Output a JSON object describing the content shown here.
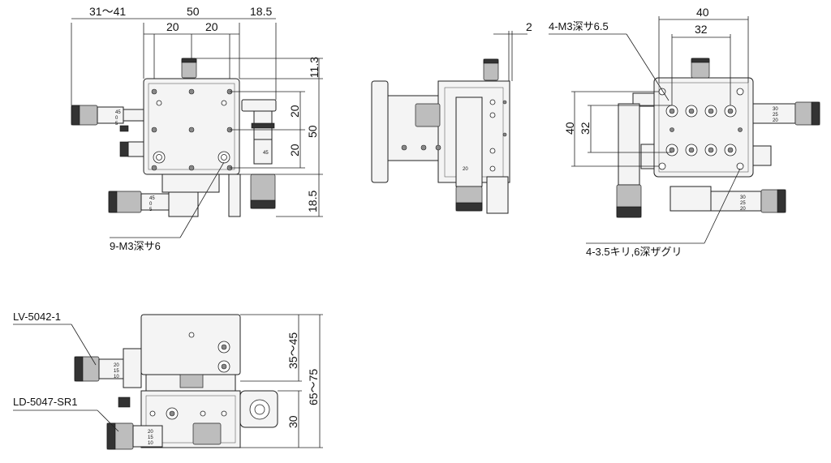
{
  "dimensions": {
    "front_left_offset": "31～41",
    "front_width": "50",
    "front_side_offset": "18.5",
    "front_hole_pitch_a": "20",
    "front_hole_pitch_b": "20",
    "front_top_offset": "11.3",
    "front_v_pitch_a": "20",
    "front_v_pitch_b": "20",
    "front_height": "50",
    "front_bottom_offset": "18.5",
    "side_gap": "2",
    "right_width": "40",
    "right_hole_pitch": "32",
    "right_height": "40",
    "right_v_pitch": "32",
    "bottom_stage_height": "35～45",
    "bottom_total_height": "65～75",
    "bottom_base_height": "30"
  },
  "callouts": {
    "front_holes": "9-M3深サ6",
    "right_top_holes": "4-M3深サ6.5",
    "right_counterbore": "4-3.5キリ,6深ザグリ",
    "part_upper": "LV-5042-1",
    "part_lower": "LD-5047-SR1"
  },
  "scale_marks": {
    "micrometer_a": [
      "45",
      "0",
      "5"
    ],
    "micrometer_b": [
      "30",
      "25",
      "20"
    ],
    "micrometer_c": [
      "20",
      "15",
      "10"
    ]
  }
}
